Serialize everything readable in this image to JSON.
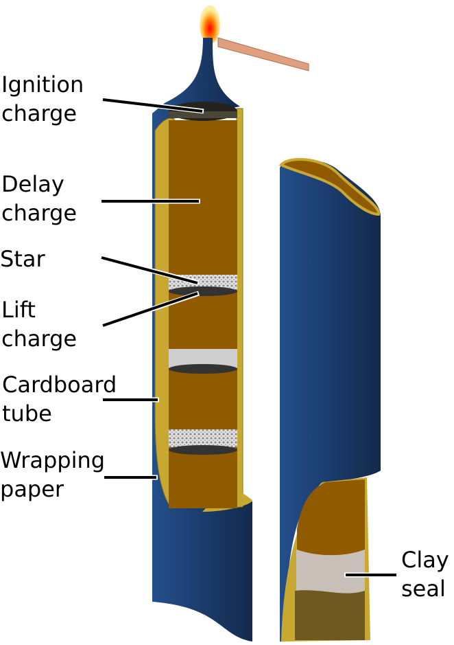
{
  "labels": {
    "ignition": [
      "Ignition",
      "charge"
    ],
    "delay": [
      "Delay",
      "charge"
    ],
    "star": [
      "Star"
    ],
    "lift": [
      "Lift",
      "charge"
    ],
    "cardboard": [
      "Cardboard",
      "tube"
    ],
    "wrapping": [
      "Wrapping",
      "paper"
    ],
    "clay": [
      "Clay",
      "seal"
    ]
  },
  "colors": {
    "tube_blue_light": "#234f8c",
    "tube_blue_dark": "#13294b",
    "charge_brown": "#8f5a00",
    "cardboard_yellow": "#c8a830",
    "clay": "#c8bfb8",
    "star_silver": "#d8d8d8",
    "match": "#e0a080"
  }
}
